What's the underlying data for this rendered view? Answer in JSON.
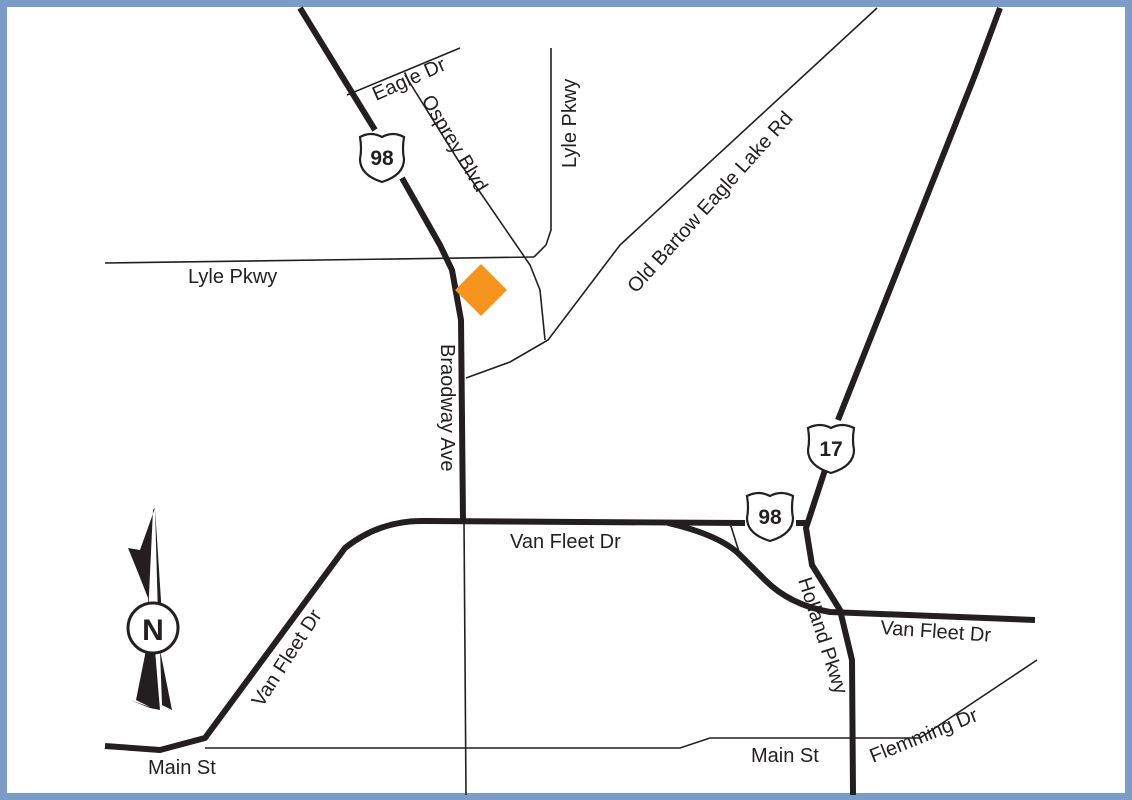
{
  "map": {
    "colors": {
      "frame": "#7a9cc6",
      "road": "#231f20",
      "marker": "#f7941d"
    },
    "roads": {
      "eagle_dr": "Eagle Dr",
      "osprey_blvd": "Osprey Blvd",
      "lyle_pkwy_vertical": "Lyle Pkwy",
      "lyle_pkwy_horizontal": "Lyle Pkwy",
      "old_bartow_eagle_lake_rd": "Old Bartow Eagle Lake Rd",
      "broadway_ave": "Braodway Ave",
      "van_fleet_dr_center": "Van Fleet Dr",
      "van_fleet_dr_diagonal": "Van Fleet Dr",
      "van_fleet_dr_east": "Van Fleet Dr",
      "holland_pkwy": "Holland Pkwy",
      "main_st_west": "Main St",
      "main_st_east": "Main St",
      "flemming_dr": "Flemming Dr"
    },
    "shields": {
      "us98_north": "98",
      "us98_center": "98",
      "us17": "17"
    },
    "compass": {
      "letter": "N"
    },
    "marker": {
      "icon": "orange-diamond"
    }
  }
}
